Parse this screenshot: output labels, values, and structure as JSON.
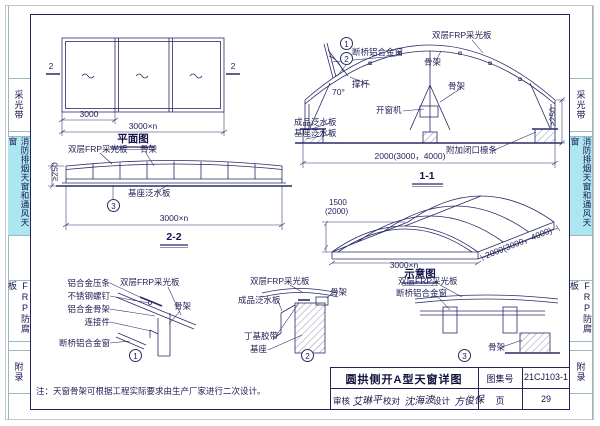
{
  "colors": {
    "highlight_cyan": "#ade5f0",
    "line_navy": "#2a2a66"
  },
  "sidebar": {
    "sections": [
      "采光带",
      "消防排烟天窗和通风天窗",
      "FRP防腐板",
      "附录"
    ]
  },
  "plan": {
    "title": "平面图",
    "cut_mark": "2",
    "dim_bay": "3000",
    "dim_total": "3000×n"
  },
  "section_1_1": {
    "title": "1-1",
    "labels": {
      "frp_panel": "双层FRP采光板",
      "thermal_break_window": "断桥铝合金窗",
      "frame_a": "骨架",
      "stay_rod": "撑杆",
      "frame_b": "骨架",
      "angle": "70°",
      "window_opener": "开窗机",
      "finished_flashing": "成品泛水板",
      "base_flashing": "基座泛水板",
      "added_purlin": "附加闭口檩条"
    },
    "dims": {
      "width": "2000(3000，4000)",
      "base_height": "≥250"
    },
    "callouts": {
      "c1": "1",
      "c2": "2"
    }
  },
  "elevation_2_2": {
    "title": "2-2",
    "labels": {
      "frp_panel": "双层FRP采光板",
      "frame": "骨架",
      "base_flashing": "基座泛水板"
    },
    "dims": {
      "base_height": "≥250",
      "length": "3000×n"
    },
    "callouts": {
      "c3": "3"
    }
  },
  "schematic": {
    "title": "示意图",
    "dims": {
      "height_1": "1500",
      "height_2": "(2000)",
      "width": "2000(3000，4000)",
      "length": "3000×n"
    }
  },
  "detail_1": {
    "number": "1",
    "labels": {
      "al_cap_strip": "铝合金压条",
      "ss_screw": "不锈钢螺钉",
      "al_frame": "铝合金骨架",
      "connector": "连接件",
      "thermal_break_window": "断桥铝合金窗",
      "frp_panel": "双层FRP采光板",
      "frame": "骨架"
    }
  },
  "detail_2": {
    "number": "2",
    "labels": {
      "frp_panel": "双层FRP采光板",
      "frame": "骨架",
      "finished_flashing": "成品泛水板",
      "butyl_tape": "丁基胶带",
      "base": "基座"
    }
  },
  "detail_3": {
    "number": "3",
    "labels": {
      "frp_panel": "双层FRP采光板",
      "thermal_break_window": "断桥铝合金窗",
      "frame": "骨架"
    }
  },
  "note": "注：天窗骨架可根据工程实际要求由生产厂家进行二次设计。",
  "title_block": {
    "drawing_title": "圆拱侧开A型天窗详图",
    "atlas_label": "图集号",
    "atlas_no": "21CJ103-1",
    "page_label": "页",
    "page_no": "29",
    "reviewer_label": "审核",
    "reviewer_name": "艾琳平",
    "checker_label": "校对",
    "checker_name": "沈海波",
    "designer_label": "设计",
    "designer_name": "方俊保"
  }
}
